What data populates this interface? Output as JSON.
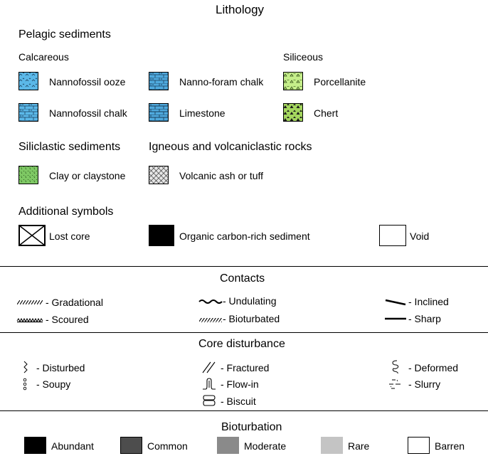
{
  "lithology": {
    "title": "Lithology",
    "pelagic": {
      "heading": "Pelagic sediments",
      "calcareous": {
        "heading": "Calcareous",
        "items": [
          {
            "label": "Nannofossil ooze",
            "icon": "nannofossil-ooze-pattern",
            "color": "#5bb8e8"
          },
          {
            "label": "Nanno-foram chalk",
            "icon": "nanno-foram-chalk-pattern",
            "color": "#4fa9dd"
          },
          {
            "label": "Nannofossil chalk",
            "icon": "nannofossil-chalk-pattern",
            "color": "#5bb8e8"
          },
          {
            "label": "Limestone",
            "icon": "limestone-pattern",
            "color": "#4fa9dd"
          }
        ]
      },
      "siliceous": {
        "heading": "Siliceous",
        "items": [
          {
            "label": "Porcellanite",
            "icon": "porcellanite-pattern",
            "color": "#c5ee8a"
          },
          {
            "label": "Chert",
            "icon": "chert-pattern",
            "color": "#a4d65e"
          }
        ]
      }
    },
    "siliclastic": {
      "heading": "Siliclastic sediments",
      "items": [
        {
          "label": "Clay or claystone",
          "icon": "claystone-pattern",
          "color": "#7ec864"
        }
      ]
    },
    "igneous": {
      "heading": "Igneous and volcaniclastic rocks",
      "items": [
        {
          "label": "Volcanic ash or tuff",
          "icon": "volcanic-ash-pattern",
          "color": "#e6e6e6"
        }
      ]
    },
    "additional": {
      "heading": "Additional symbols",
      "items": [
        {
          "label": "Lost core",
          "icon": "lost-core-icon"
        },
        {
          "label": "Organic carbon-rich sediment",
          "icon": "organic-carbon-swatch",
          "color": "#000000"
        },
        {
          "label": "Void",
          "icon": "void-swatch",
          "color": "#ffffff"
        }
      ]
    }
  },
  "contacts": {
    "title": "Contacts",
    "items": [
      {
        "label": "- Gradational",
        "icon": "gradational-icon"
      },
      {
        "label": "- Scoured",
        "icon": "scoured-icon"
      },
      {
        "label": "- Undulating",
        "icon": "undulating-icon"
      },
      {
        "label": "- Bioturbated",
        "icon": "bioturbated-contact-icon"
      },
      {
        "label": "- Inclined",
        "icon": "inclined-icon"
      },
      {
        "label": "- Sharp",
        "icon": "sharp-icon"
      }
    ]
  },
  "disturbance": {
    "title": "Core disturbance",
    "items": [
      {
        "label": "- Disturbed",
        "icon": "disturbed-icon"
      },
      {
        "label": "- Soupy",
        "icon": "soupy-icon"
      },
      {
        "label": "- Fractured",
        "icon": "fractured-icon"
      },
      {
        "label": "- Flow-in",
        "icon": "flow-in-icon"
      },
      {
        "label": "- Biscuit",
        "icon": "biscuit-icon"
      },
      {
        "label": "- Deformed",
        "icon": "deformed-icon"
      },
      {
        "label": "- Slurry",
        "icon": "slurry-icon"
      }
    ]
  },
  "bioturbation": {
    "title": "Bioturbation",
    "items": [
      {
        "label": "Abundant",
        "color": "#000000"
      },
      {
        "label": "Common",
        "color": "#4d4d4d"
      },
      {
        "label": "Moderate",
        "color": "#8a8a8a"
      },
      {
        "label": "Rare",
        "color": "#c4c4c4"
      },
      {
        "label": "Barren",
        "color": "#ffffff"
      }
    ]
  }
}
